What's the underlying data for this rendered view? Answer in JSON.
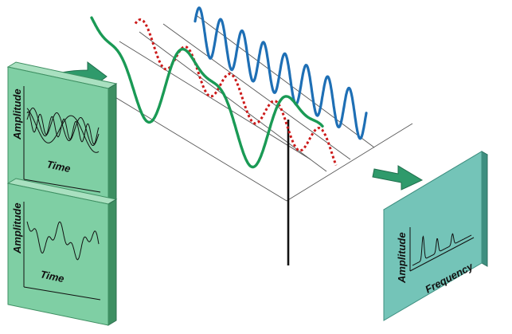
{
  "panels": {
    "time_top": {
      "y_label": "Amplitude",
      "x_label": "Time"
    },
    "time_bottom": {
      "y_label": "Amplitude",
      "x_label": "Time"
    },
    "frequency": {
      "y_label": "Amplitude",
      "x_label": "Frequency"
    }
  },
  "colors": {
    "panel_face": "#7fcfa4",
    "panel_edge": "#3e8f62",
    "panel_top": "#a9e0c0",
    "freq_panel_face": "#74c4b8",
    "arrow_fill": "#2f9a6b",
    "arrow_shadow": "#1f6e4c",
    "wave_green": "#1a9a55",
    "wave_red": "#cc1a1a",
    "wave_blue": "#1e6fb5",
    "grid_line": "#555555",
    "vertical_axis": "#111111"
  },
  "icons": [
    "arrow-right-icon",
    "arrow-up-icon"
  ]
}
